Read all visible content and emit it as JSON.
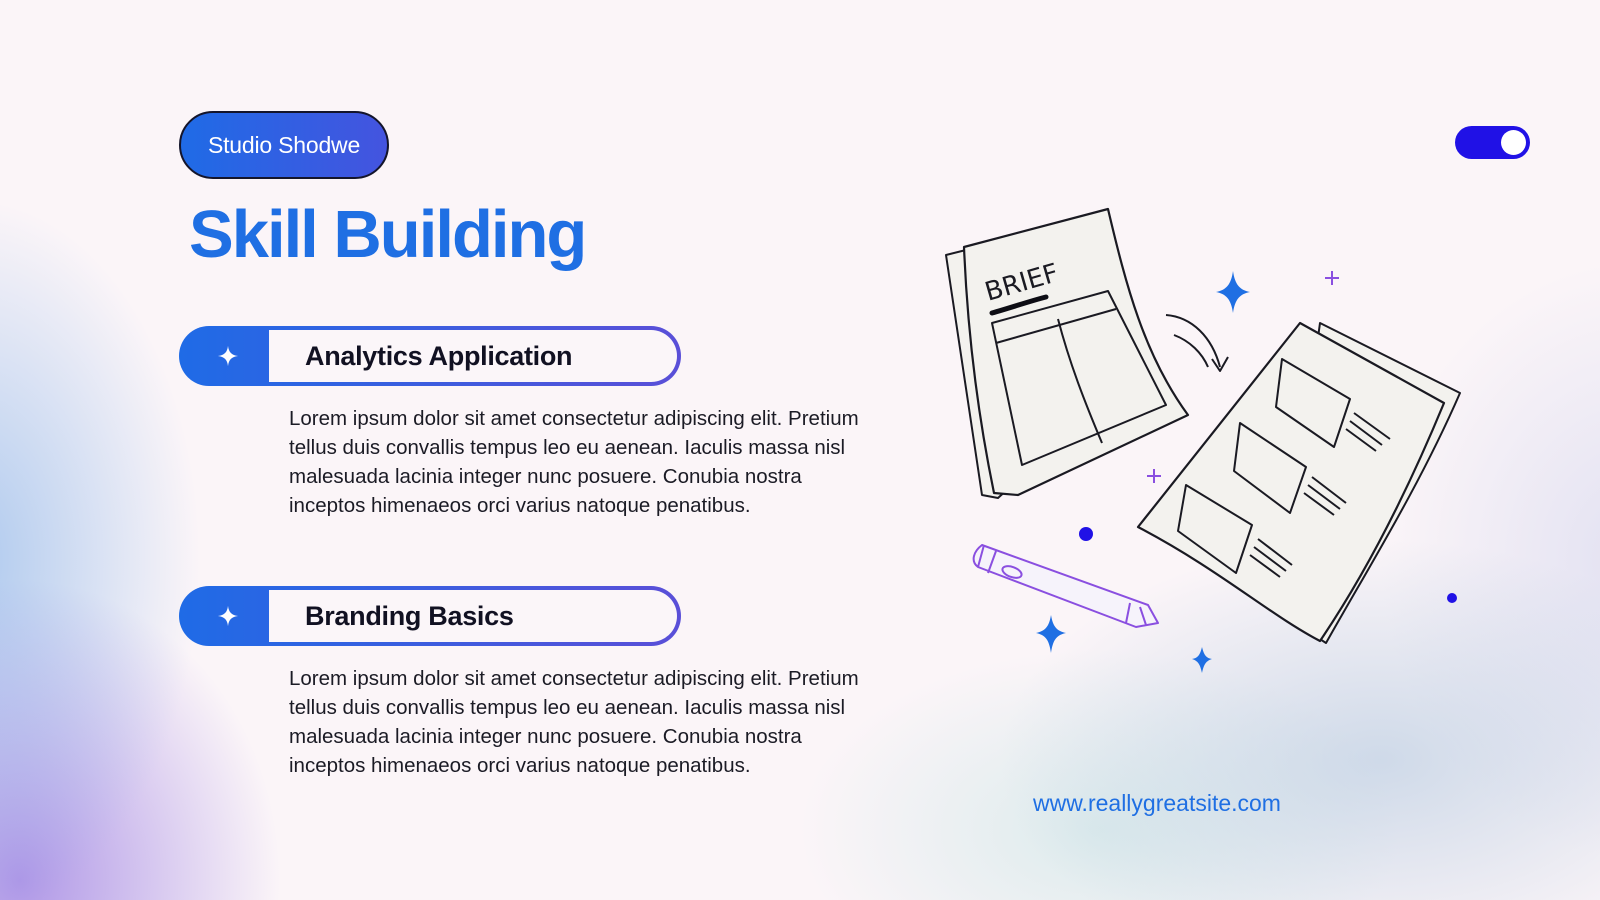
{
  "brand": {
    "label": "Studio Shodwe"
  },
  "title": "Skill Building",
  "toggle": {
    "state": "on",
    "color": "#2011e6"
  },
  "sections": [
    {
      "icon": "sparkle-icon",
      "title": "Analytics Application",
      "body": "Lorem ipsum dolor sit amet consectetur adipiscing elit. Pretium tellus duis convallis tempus leo eu aenean. Iaculis massa nisl malesuada lacinia integer nunc posuere. Conubia nostra inceptos himenaeos orci varius natoque penatibus."
    },
    {
      "icon": "sparkle-icon",
      "title": "Branding Basics",
      "body": "Lorem ipsum dolor sit amet consectetur adipiscing elit. Pretium tellus duis convallis tempus leo eu aenean. Iaculis massa nisl malesuada lacinia integer nunc posuere. Conubia nostra inceptos himenaeos orci varius natoque penatibus."
    }
  ],
  "illustration": {
    "document_label": "BRIEF"
  },
  "website": "www.reallygreatsite.com",
  "colors": {
    "accent_blue": "#1f6fe3",
    "accent_purple": "#5a4fd8",
    "dark_text": "#111122"
  }
}
